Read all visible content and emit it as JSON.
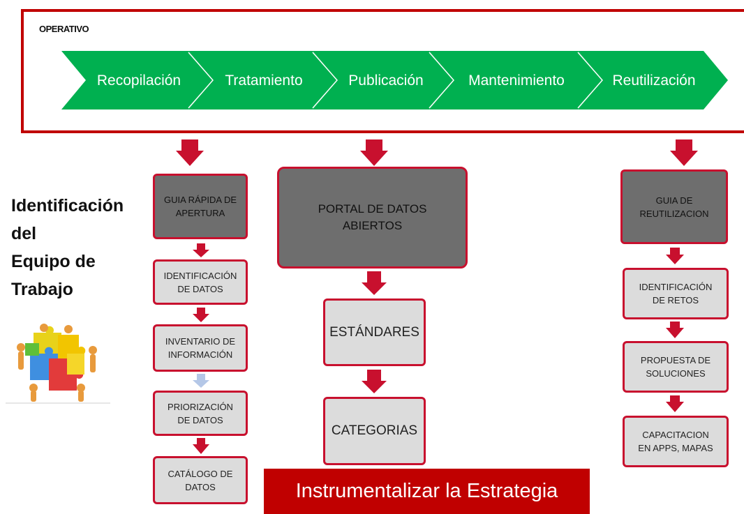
{
  "operativo": {
    "label": "OPERATIVO",
    "stages": [
      "Recopilación",
      "Tratamiento",
      "Publicación",
      "Mantenimiento",
      "Reutilización"
    ],
    "color": "#00b050"
  },
  "side_title": {
    "line1": "Identificación",
    "line2": "del",
    "line3": "Equipo de",
    "line4": "Trabajo"
  },
  "left_column": {
    "guia": "GUIA RÁPIDA DE\nAPERTURA",
    "identificacion": "IDENTIFICACIÓN\nDE DATOS",
    "inventario": "INVENTARIO DE\nINFORMACIÓN",
    "priorizacion": "PRIORIZACIÓN\nDE DATOS",
    "catalogo": "CATÁLOGO DE\nDATOS"
  },
  "middle_column": {
    "portal": "PORTAL DE DATOS\nABIERTOS",
    "estandares": "ESTÁNDARES",
    "categorias": "CATEGORIAS"
  },
  "right_column": {
    "guia": "GUIA DE\nREUTILIZACION",
    "identificacion": "IDENTIFICACIÓN\nDE RETOS",
    "propuesta": "PROPUESTA DE\nSOLUCIONES",
    "capacitacion": "CAPACITACION\nEN APPS, MAPAS"
  },
  "banner": "Instrumentalizar la Estrategia",
  "colors": {
    "red": "#c00000",
    "arrow": "#c8102e",
    "light_arrow": "#b4c7e7",
    "dark_box": "#6e6e6e",
    "light_box": "#dcdcdc"
  }
}
